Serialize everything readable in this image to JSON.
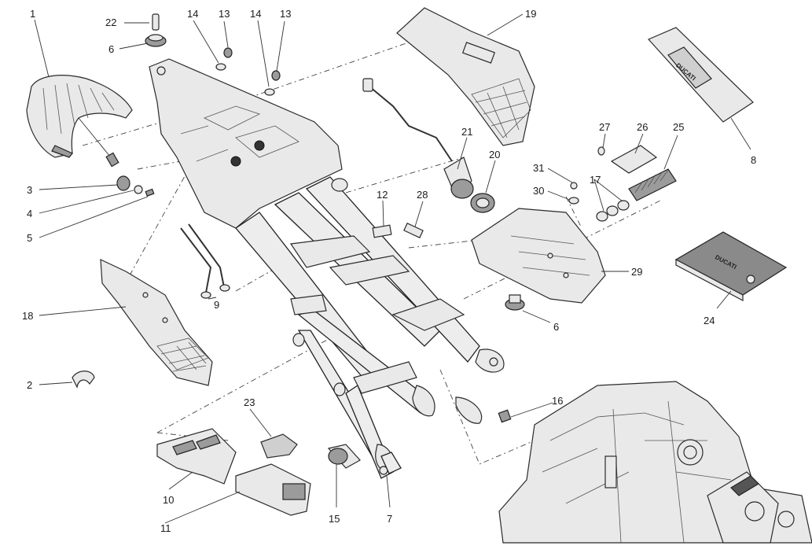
{
  "labels": {
    "l1": "1",
    "l2": "2",
    "l3": "3",
    "l4": "4",
    "l5": "5",
    "l6a": "6",
    "l6b": "6",
    "l7": "7",
    "l8": "8",
    "l9": "9",
    "l10": "10",
    "l11": "11",
    "l12": "12",
    "l13a": "13",
    "l13b": "13",
    "l14a": "14",
    "l14b": "14",
    "l15": "15",
    "l16": "16",
    "l17": "17",
    "l18": "18",
    "l19": "19",
    "l20": "20",
    "l21": "21",
    "l22": "22",
    "l23": "23",
    "l24": "24",
    "l25": "25",
    "l26": "26",
    "l27": "27",
    "l28": "28",
    "l29": "29",
    "l30": "30",
    "l31": "31"
  },
  "colors": {
    "ink": "#1a1a1a",
    "part_fill": "#e9e9e9",
    "shadow": "#9b9b9b",
    "background": "#ffffff"
  }
}
